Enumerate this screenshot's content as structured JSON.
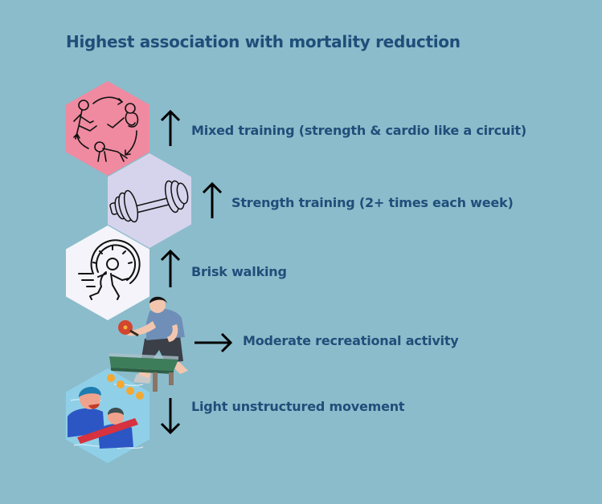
{
  "title": "Highest association with mortality reduction",
  "colors": {
    "background": "#8bbccb",
    "text": "#1f4e7a",
    "arrow": "#000000",
    "hex_mixed": "#ef8aa0",
    "hex_strength": "#d6d4ec",
    "hex_walking": "#f4f4fa"
  },
  "items": [
    {
      "label": "Mixed training (strength & cardio like a circuit)",
      "direction": "up",
      "icon": "circuit-training-icon"
    },
    {
      "label": "Strength training (2+ times each week)",
      "direction": "up",
      "icon": "dumbbell-icon"
    },
    {
      "label": "Brisk walking",
      "direction": "up",
      "icon": "running-stopwatch-icon"
    },
    {
      "label": "Moderate recreational activity",
      "direction": "right",
      "icon": "table-tennis-illustration"
    },
    {
      "label": "Light unstructured movement",
      "direction": "down",
      "icon": "swimming-illustration"
    }
  ]
}
